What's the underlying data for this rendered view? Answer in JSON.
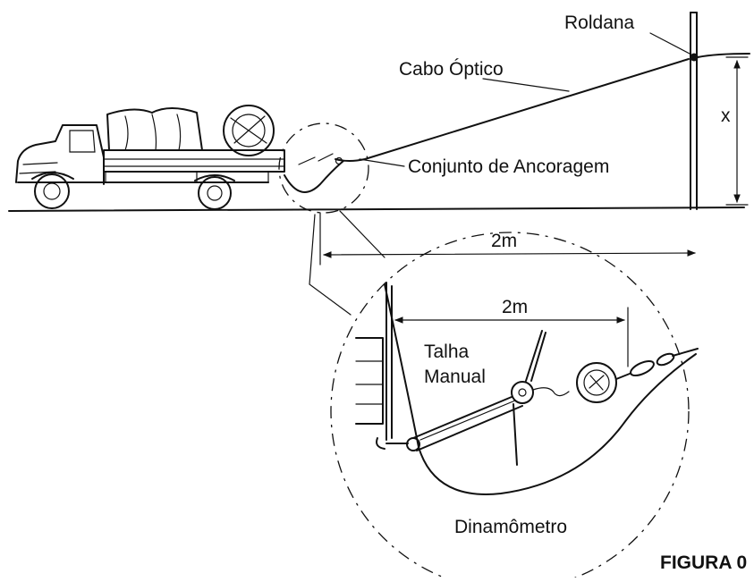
{
  "labels": {
    "pulley": "Roldana",
    "optical_cable": "Cabo Óptico",
    "height_symbol": "x",
    "anchoring_assembly": "Conjunto de Ancoragem",
    "distance_top": "2m",
    "distance_detail": "2m",
    "manual_hoist_line1": "Talha",
    "manual_hoist_line2": "Manual",
    "dynamometer": "Dinamômetro",
    "figure_caption": "FIGURA 0"
  }
}
